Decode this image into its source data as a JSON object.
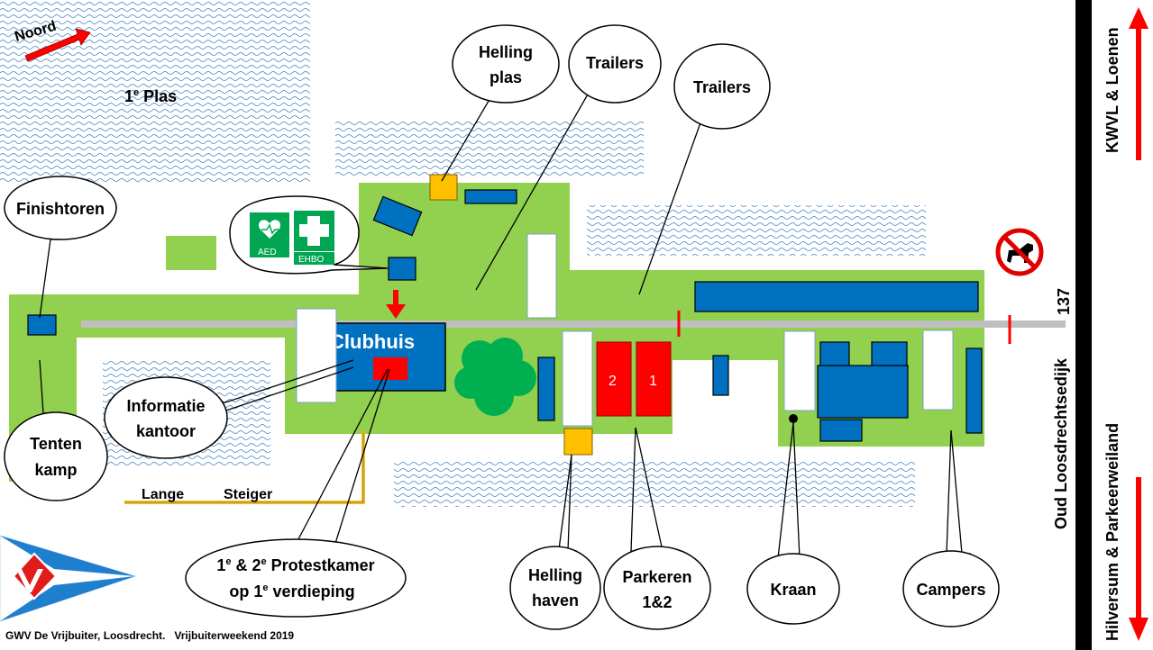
{
  "colors": {
    "grass": "#92d050",
    "water": "#c9def0",
    "building": "#0070c0",
    "parking": "#ff0000",
    "helling": "#ffc000",
    "road": "#bfbfbf",
    "arrow": "#ff0000",
    "border_road": "#000000"
  },
  "compass": {
    "label": "Noord"
  },
  "areas": {
    "plas": "1e Plas",
    "plas_sup": "e",
    "plas_base": "1",
    "plas_rest": " Plas",
    "clubhuis": "Clubhuis",
    "steiger_left": "Lange",
    "steiger_right": "Steiger"
  },
  "callouts": {
    "finishtoren": "Finishtoren",
    "helling_plas_1": "Helling",
    "helling_plas_2": "plas",
    "trailers_1": "Trailers",
    "trailers_2": "Trailers",
    "info_1": "Informatie",
    "info_2": "kantoor",
    "tenten_1": "Tenten",
    "tenten_2": "kamp",
    "protest_1a": "1",
    "protest_1b": "e",
    "protest_1c": " & 2",
    "protest_1d": "e",
    "protest_1e": " Protestkamer",
    "protest_2a": "op 1",
    "protest_2b": "e",
    "protest_2c": " verdieping",
    "helling_haven_1": "Helling",
    "helling_haven_2": "haven",
    "parkeren_1": "Parkeren",
    "parkeren_2": "1&2",
    "kraan": "Kraan",
    "campers": "Campers"
  },
  "aed": {
    "aed_label": "AED",
    "ehbo_label": "EHBO"
  },
  "parking": {
    "p1": "1",
    "p2": "2"
  },
  "road": {
    "name": "Oud Loosdrechtsedijk",
    "number": "137",
    "north_direction": "KWVL & Loenen",
    "south_direction": "Hilversum & Parkeerweiland"
  },
  "footer": {
    "credit": "GWV De Vrijbuiter, Loosdrecht.   Vrijbuiterweekend 2019"
  },
  "icons": [
    "compass-arrow-icon",
    "aed-icon",
    "first-aid-icon",
    "no-dogs-icon",
    "club-logo-icon",
    "red-arrow-icon"
  ]
}
